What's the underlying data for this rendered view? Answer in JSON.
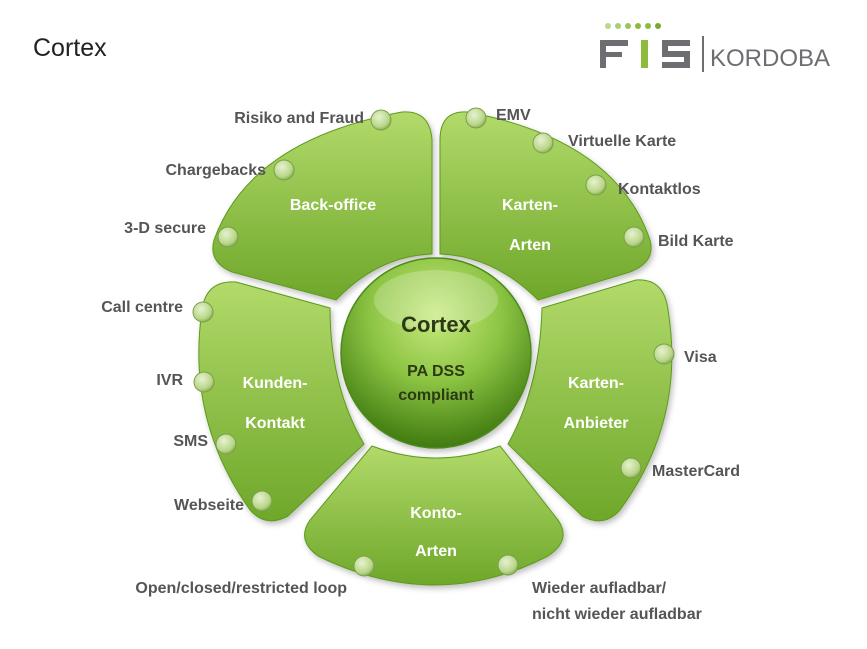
{
  "page": {
    "title": "Cortex"
  },
  "logo": {
    "brand": "FIS",
    "partner": "KORDOBA"
  },
  "center": {
    "title": "Cortex",
    "line1": "PA DSS",
    "line2": "compliant"
  },
  "segments": {
    "backoffice": {
      "line1": "Back-office",
      "line2": ""
    },
    "kartenarten": {
      "line1": "Karten-",
      "line2": "Arten"
    },
    "kartenanbieter": {
      "line1": "Karten-",
      "line2": "Anbieter"
    },
    "kontoarten": {
      "line1": "Konto-",
      "line2": "Arten"
    },
    "kundenkontakt": {
      "line1": "Kunden-",
      "line2": "Kontakt"
    }
  },
  "labels": {
    "risiko": "Risiko and Fraud",
    "chargebacks": "Chargebacks",
    "secure3d": "3-D secure",
    "emv": "EMV",
    "virtuell": "Virtuelle Karte",
    "kontaktlos": "Kontaktlos",
    "bildkarte": "Bild Karte",
    "visa": "Visa",
    "mastercard": "MasterCard",
    "callcentre": "Call centre",
    "ivr": "IVR",
    "sms": "SMS",
    "webseite": "Webseite",
    "openloop": "Open/closed/restricted loop",
    "wieder1": "Wieder aufladbar/",
    "wieder2": "nicht wieder aufladbar"
  },
  "colors": {
    "segment_light": "#a9d35f",
    "segment_dark": "#5e9a1e",
    "center_light": "#c4e67a",
    "center_dark": "#3f7a10",
    "label_text": "#555555",
    "logo_green": "#8dbb3c",
    "logo_gray": "#6d6e71"
  }
}
